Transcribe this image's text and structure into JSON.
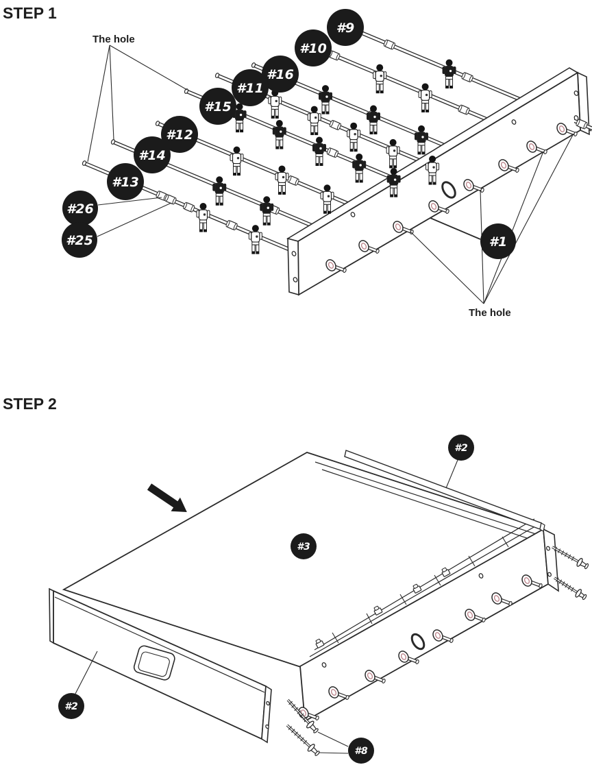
{
  "steps": [
    {
      "title": "STEP 1"
    },
    {
      "title": "STEP 2"
    }
  ],
  "step1": {
    "labels": {
      "hole_top": "The hole",
      "hole_bottom": "The hole"
    },
    "badges": [
      "#9",
      "#10",
      "#16",
      "#11",
      "#15",
      "#12",
      "#14",
      "#13",
      "#26",
      "#25",
      "#1"
    ]
  },
  "step2": {
    "badges": [
      "#2",
      "#3",
      "#2",
      "#8"
    ]
  },
  "colors": {
    "line": "#2a2a2a",
    "badge_bg": "#1b1b1b",
    "badge_text": "#ffffff",
    "player_dark": "#1c1c1c",
    "player_light": "#ffffff",
    "accent_pink": "#b97f86",
    "paper": "#ffffff"
  }
}
